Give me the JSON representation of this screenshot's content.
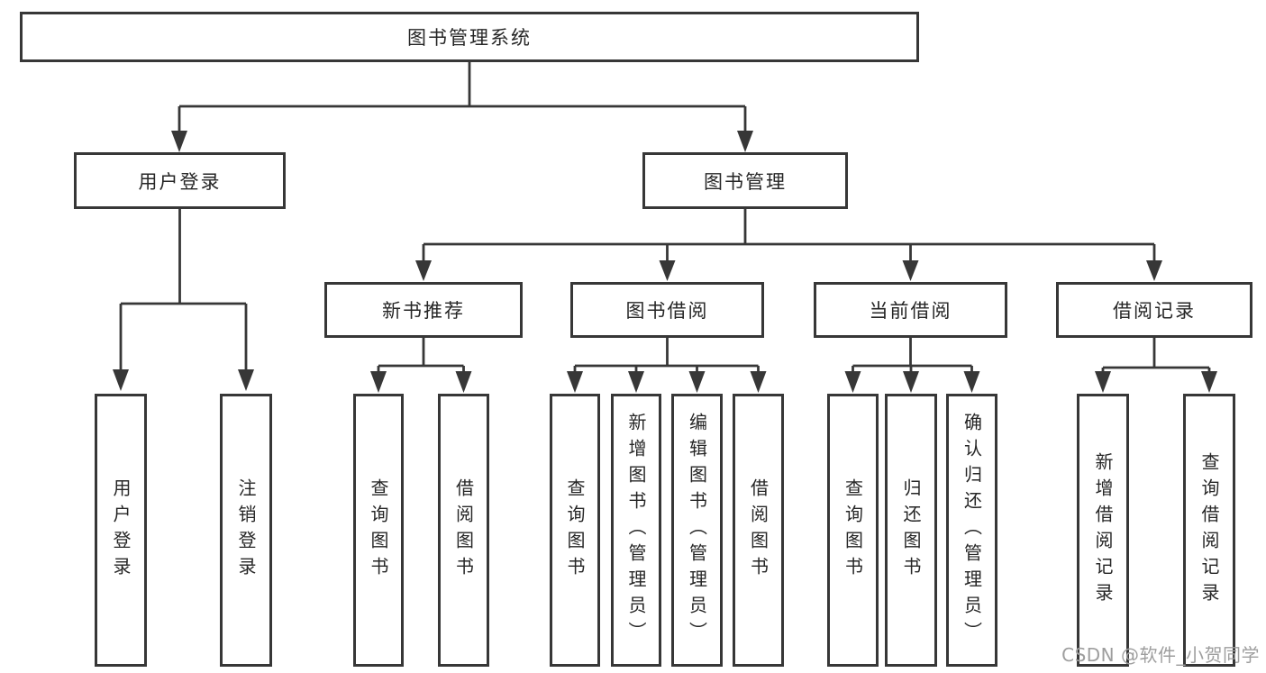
{
  "tree": {
    "label": "图书管理系统",
    "children": [
      {
        "label": "用户登录",
        "children": [
          {
            "label": "用户登录"
          },
          {
            "label": "注销登录"
          }
        ]
      },
      {
        "label": "图书管理",
        "children": [
          {
            "label": "新书推荐",
            "children": [
              {
                "label": "查询图书"
              },
              {
                "label": "借阅图书"
              }
            ]
          },
          {
            "label": "图书借阅",
            "children": [
              {
                "label": "查询图书"
              },
              {
                "label": "新增图书（管理员）"
              },
              {
                "label": "编辑图书（管理员）"
              },
              {
                "label": "借阅图书"
              }
            ]
          },
          {
            "label": "当前借阅",
            "children": [
              {
                "label": "查询图书"
              },
              {
                "label": "归还图书"
              },
              {
                "label": "确认归还（管理员）"
              }
            ]
          },
          {
            "label": "借阅记录",
            "children": [
              {
                "label": "新增借阅记录"
              },
              {
                "label": "查询借阅记录"
              }
            ]
          }
        ]
      }
    ]
  },
  "watermark": {
    "text": "CSDN @软件_小贺同学"
  },
  "colors": {
    "line": "#373737",
    "text": "#262626",
    "watermark": "#9e9e9e",
    "background": "#ffffff"
  }
}
